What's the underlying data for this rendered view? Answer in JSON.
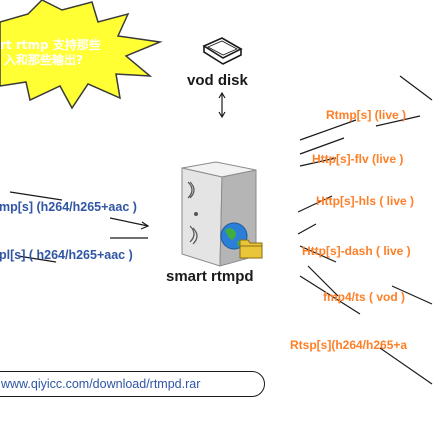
{
  "question": {
    "line1": "rt rtmp 支持那些",
    "line2": "入和那些输出?"
  },
  "storage": {
    "label": "vod disk"
  },
  "server": {
    "label": "smart rtmpd"
  },
  "inputs": [
    {
      "text": "mp[s] (h264/h265+aac )"
    },
    {
      "text": "pl[s] ( h264/h265+aac )"
    }
  ],
  "outputs": [
    {
      "text": "Rtmp[s] (live )"
    },
    {
      "text": "Http[s]-flv (live )"
    },
    {
      "text": "Http[s]-hls ( live )"
    },
    {
      "text": "Http[s]-dash ( live )"
    },
    {
      "text": "fmp4/ts ( vod )"
    },
    {
      "text": "Rtsp[s](h264/h265+a"
    }
  ],
  "download": {
    "url": "www.qiyicc.com/download/rtmpd.rar"
  },
  "colors": {
    "burst_fill": "#ffff33",
    "input_text": "#2f55a4",
    "output_text": "#ff7f27",
    "globe": "#2b7fd6"
  }
}
